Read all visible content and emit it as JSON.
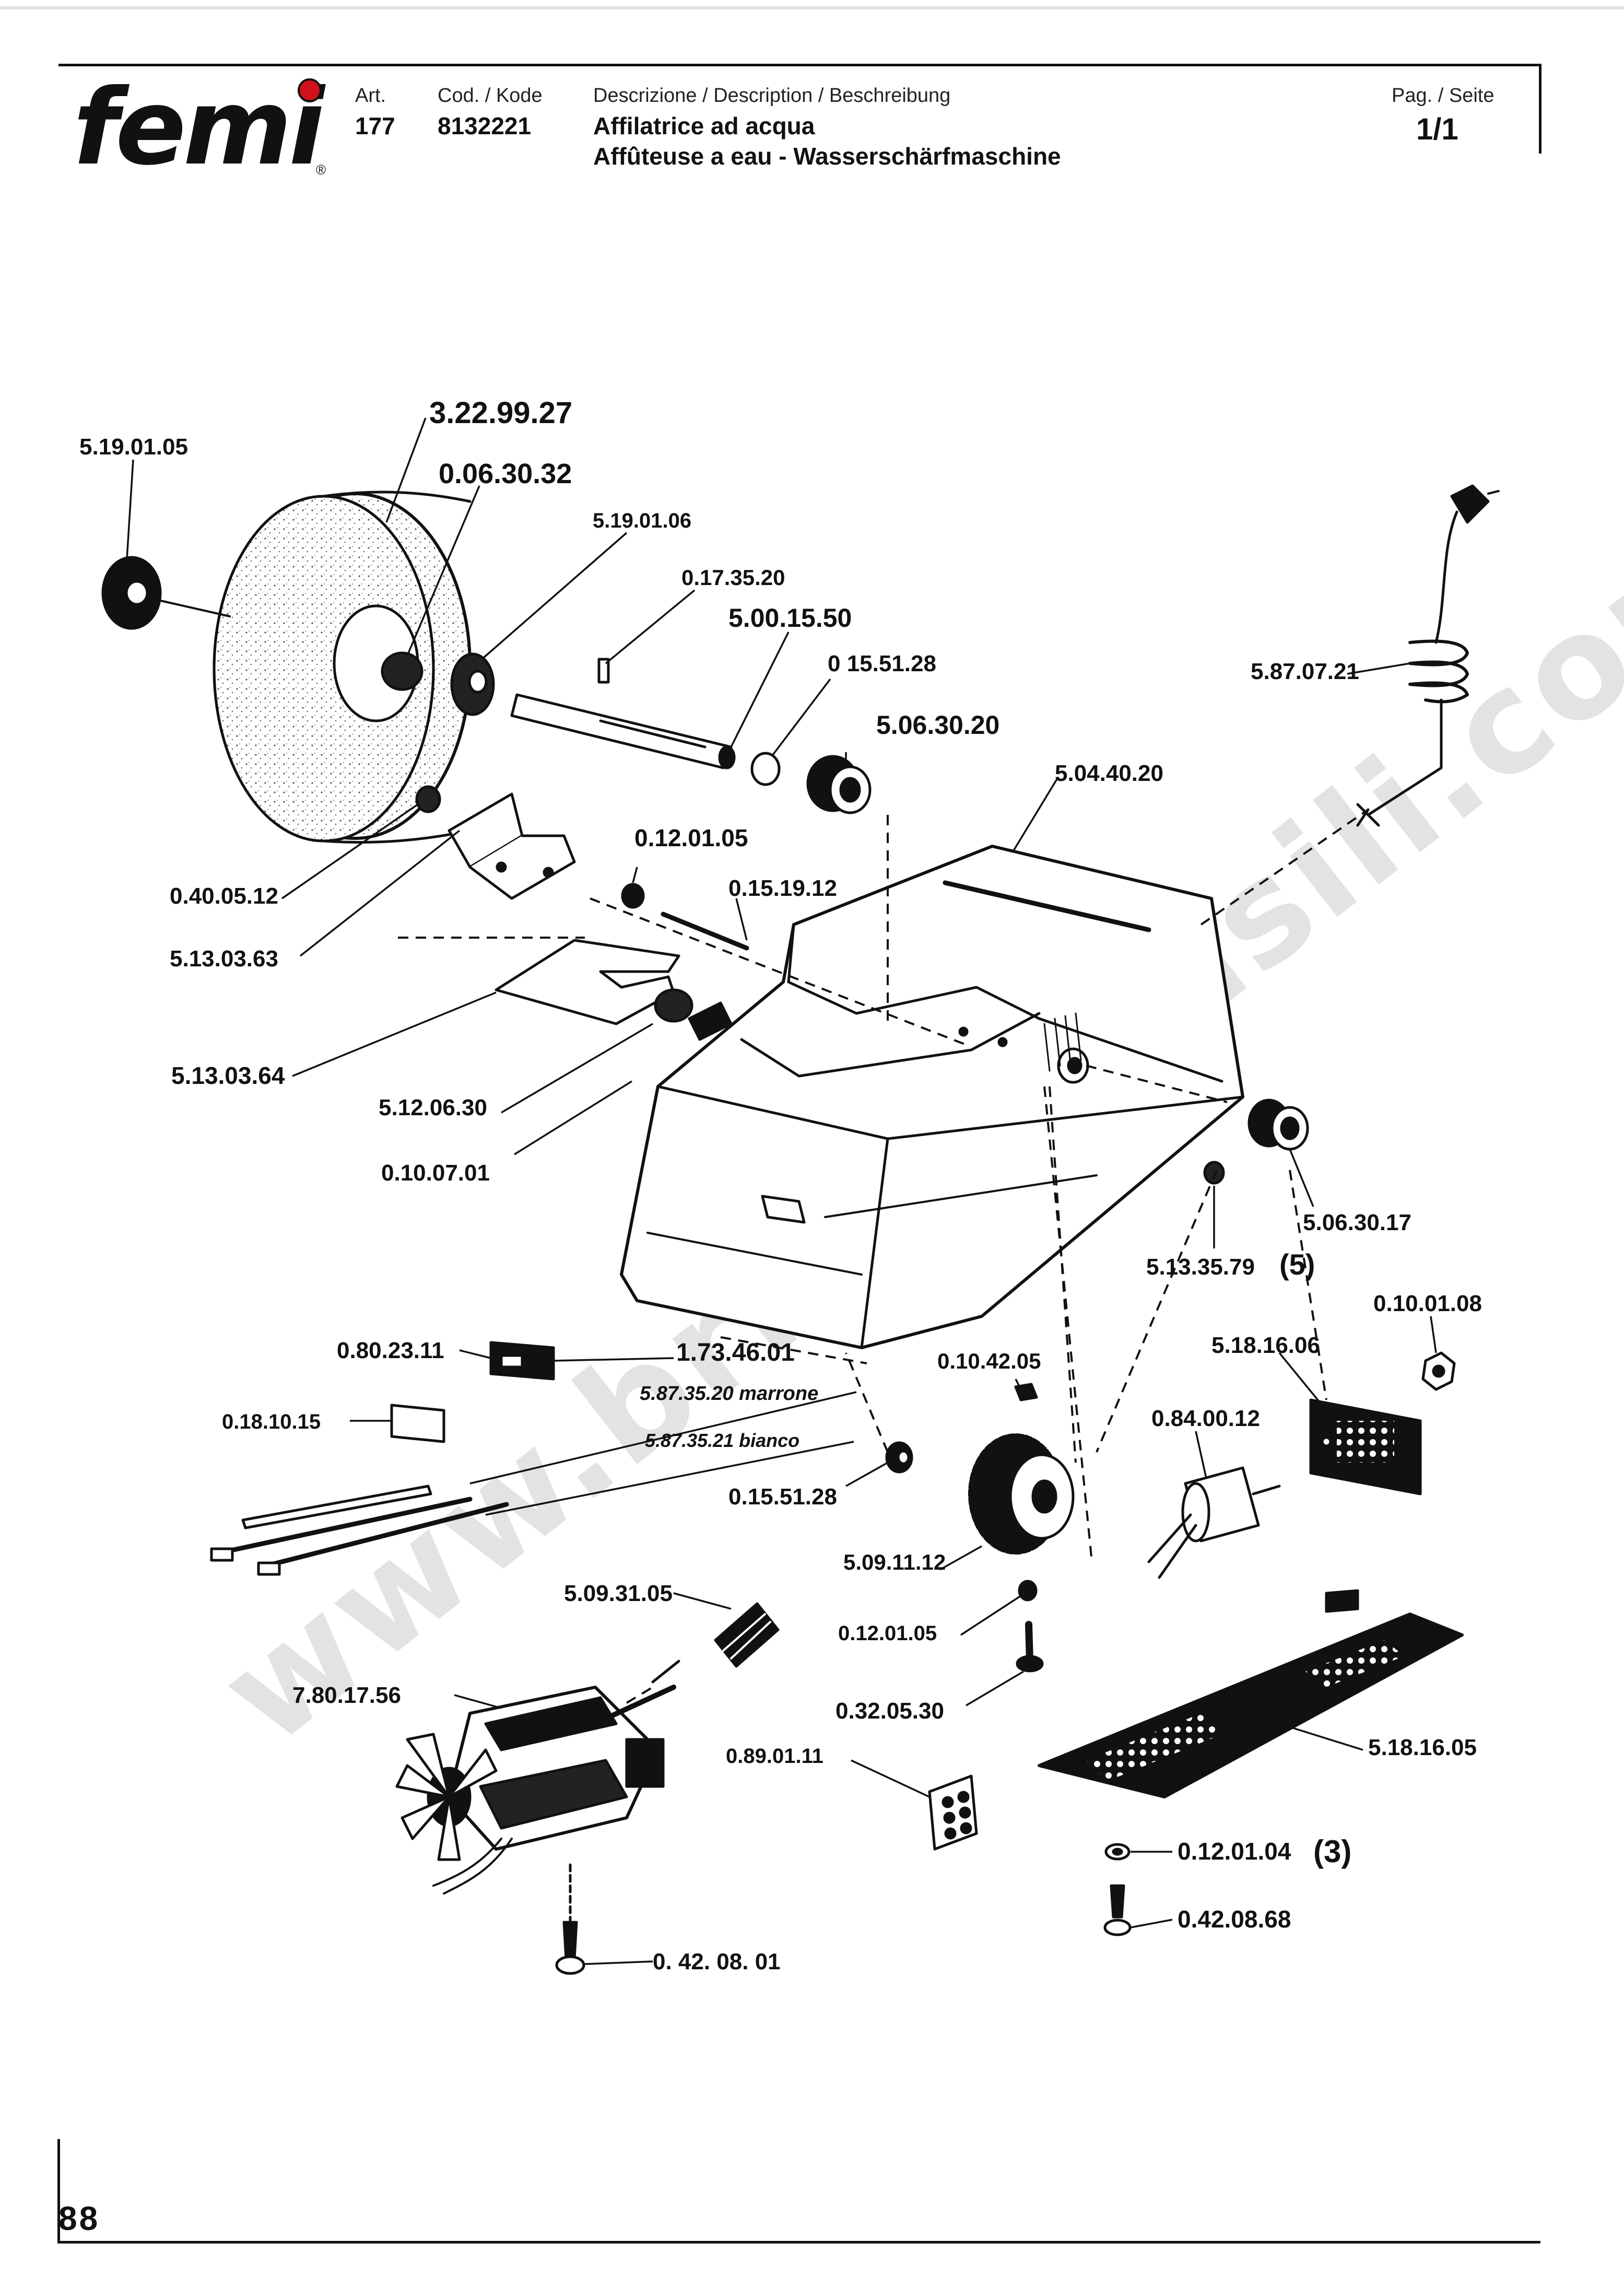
{
  "header": {
    "art_label": "Art.",
    "art_value": "177",
    "code_label": "Cod. / Kode",
    "code_value": "8132221",
    "description_label": "Descrizione / Description / Beschreibung",
    "title_line1": "Affilatrice ad acqua",
    "title_line2": "Affûteuse a eau - Wasserschärfmaschine",
    "page_label": "Pag. / Seite",
    "page_value": "1/1"
  },
  "logo": {
    "text": "femi",
    "accent_color": "#d0101a"
  },
  "watermark": "www.bricoutensili.com",
  "parts": {
    "p_5190105": "5.19.01.05",
    "p_3229927": "3.22.99.27",
    "p_0063032": "0.06.30.32",
    "p_5190106": "5.19.01.06",
    "p_0173520": "0.17.35.20",
    "p_5001550": "5.00.15.50",
    "p_0155128a": "0 15.51.28",
    "p_5063020": "5.06.30.20",
    "p_5870721": "5.87.07.21",
    "p_5044020": "5.04.40.20",
    "p_0400512": "0.40.05.12",
    "p_5130363": "5.13.03.63",
    "p_0120105a": "0.12.01.05",
    "p_0151912": "0.15.19.12",
    "p_5130364": "5.13.03.64",
    "p_5120630": "5.12.06.30",
    "p_0100701": "0.10.07.01",
    "p_5063017": "5.06.30.17",
    "p_5133579": "5.13.35.79",
    "p_5133579_qty": "(5)",
    "p_0100108": "0.10.01.08",
    "p_0802311": "0.80.23.11",
    "p_1734601": "1.73.46.01",
    "p_5873520": "5.87.35.20 marrone",
    "p_0181015": "0.18.10.15",
    "p_5873521": "5.87.35.21 bianco",
    "p_0104205": "0.10.42.05",
    "p_5181606": "5.18.16.06",
    "p_0840012": "0.84.00.12",
    "p_0155128b": "0.15.51.28",
    "p_5091112": "5.09.11.12",
    "p_0120105b": "0.12.01.05",
    "p_5093105": "5.09.31.05",
    "p_0320530": "0.32.05.30",
    "p_7801756": "7.80.17.56",
    "p_0890111": "0.89.01.11",
    "p_5181605": "5.18.16.05",
    "p_0120104": "0.12.01.04",
    "p_0120104_qty": "(3)",
    "p_0420868": "0.42.08.68",
    "p_0420801": "0. 42. 08. 01"
  },
  "footer": {
    "page_number": "88"
  }
}
